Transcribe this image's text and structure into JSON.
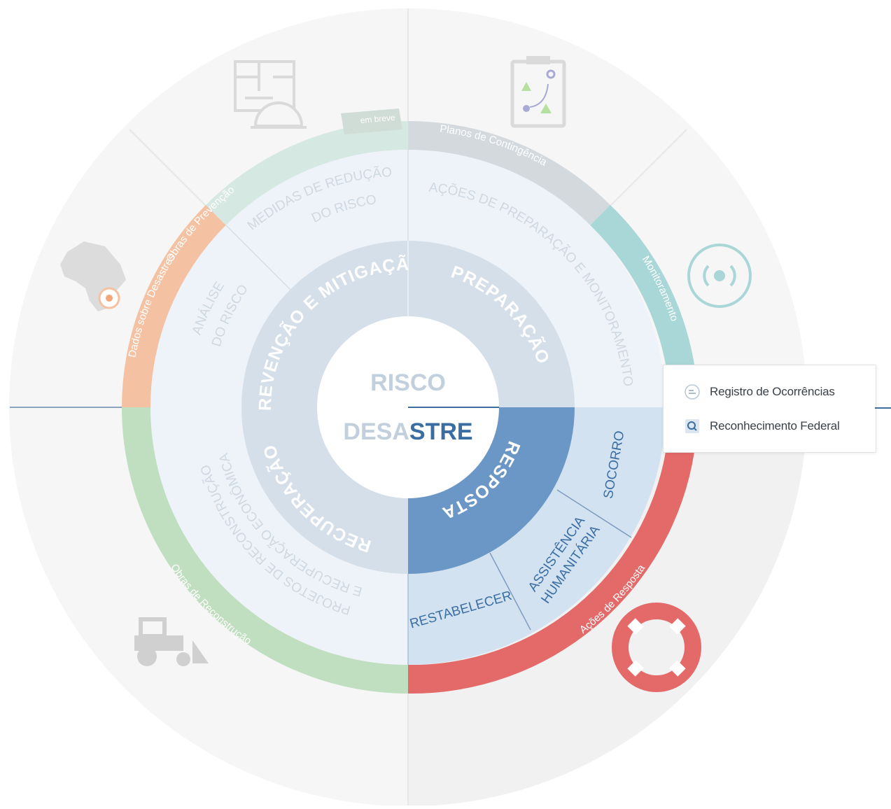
{
  "center": {
    "top_label": "RISCO",
    "bottom_label_a": "DESA",
    "bottom_label_b": "STRE"
  },
  "phases": {
    "prevencao": "PREVENÇÃO E MITIGAÇÃO",
    "preparacao": "PREPARAÇÃO",
    "resposta": "RESPOSTA",
    "recuperacao": "RECUPERAÇÃO"
  },
  "sub_sections": {
    "medidas_1": "MEDIDAS DE REDUÇÃO",
    "medidas_2": "DO RISCO",
    "analise_1": "ANÁLISE",
    "analise_2": "DO RISCO",
    "acoes_preparacao": "AÇÕES DE PREPARAÇÃO E MONITORAMENTO",
    "socorro": "SOCORRO",
    "assistencia_1": "ASSISTÊNCIA",
    "assistencia_2": "HUMANITÁRIA",
    "restabelecer": "RESTABELECER",
    "projetos_1": "PROJETOS DE RECONSTRUÇÃO",
    "projetos_2": "E RECUPERAÇÃO ECONÔMICA"
  },
  "outer_ring": {
    "obras_prevencao": "Obras de Prevenção",
    "em_breve": "em breve",
    "planos_contingencia": "Planos de Contingência",
    "monitoramento": "Monitoramento",
    "dados_desastres": "Dados sobre Desastres",
    "acoes_resposta": "Ações de Resposta",
    "obras_reconstrucao": "Obras de Reconstrução"
  },
  "popup": {
    "item1": "Registro de Ocorrências",
    "item2": "Reconhecimento Federal"
  },
  "colors": {
    "obras_prevencao": "#d6e8e2",
    "planos": "#d4d9de",
    "monitoramento": "#a9d6d6",
    "dados": "#f4c2a3",
    "acoes_resposta": "#e46a69",
    "obras_reconstrucao": "#c0dfc0",
    "resposta_dark": "#6b97c6",
    "resposta_light": "#d3e2f1",
    "phase_ring": "#d4dfe9",
    "sub_ring": "#eef3f9"
  },
  "icons": [
    "construction-plan-icon",
    "route-plan-icon",
    "brazil-map-icon",
    "signal-icon",
    "bulldozer-icon",
    "lifebuoy-icon",
    "occurrence-icon",
    "magnifier-icon"
  ]
}
